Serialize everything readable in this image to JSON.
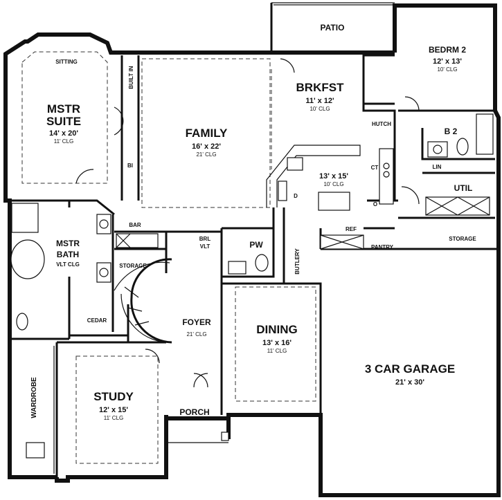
{
  "rooms": {
    "patio": {
      "name": "PATIO"
    },
    "bedroom2": {
      "name": "BEDRM 2",
      "size": "12' x 13'",
      "ceiling": "10' CLG"
    },
    "master_suite": {
      "name_line1": "MSTR",
      "name_line2": "SUITE",
      "size": "14' x 20'",
      "ceiling": "11' CLG"
    },
    "sitting": {
      "name": "SITTING"
    },
    "family": {
      "name": "FAMILY",
      "size": "16' x 22'",
      "ceiling": "21' CLG"
    },
    "breakfast": {
      "name": "BRKFST",
      "size": "11' x 12'",
      "ceiling": "10' CLG"
    },
    "kitchen": {
      "size": "13' x 15'",
      "ceiling": "10' CLG"
    },
    "bath2": {
      "name": "B 2"
    },
    "utility": {
      "name": "UTIL"
    },
    "storage_right": {
      "name": "STORAGE"
    },
    "master_bath": {
      "name_line1": "MSTR",
      "name_line2": "BATH",
      "note": "VLT CLG"
    },
    "powder": {
      "name": "PW"
    },
    "storage_left": {
      "name": "STORAGE"
    },
    "foyer": {
      "name": "FOYER",
      "ceiling": "21' CLG"
    },
    "dining": {
      "name": "DINING",
      "size": "13' x 16'",
      "ceiling": "11' CLG"
    },
    "garage": {
      "name": "3 CAR GARAGE",
      "size": "21' x 30'"
    },
    "study": {
      "name": "STUDY",
      "size": "12' x 15'",
      "ceiling": "11' CLG"
    },
    "porch": {
      "name": "PORCH"
    },
    "cedar": {
      "name": "CEDAR"
    },
    "wardrobe": {
      "name": "WARDROBE"
    }
  },
  "annotations": {
    "built_in": "BUILT IN",
    "bi": "BI",
    "bar": "BAR",
    "brl_vlt_1": "BRL",
    "brl_vlt_2": "VLT",
    "hutch": "HUTCH",
    "lin": "LIN",
    "ct": "CT",
    "oven": "O",
    "dishwasher": "D",
    "ref": "REF",
    "pantry": "PANTRY",
    "butlery": "BUTLERY"
  }
}
